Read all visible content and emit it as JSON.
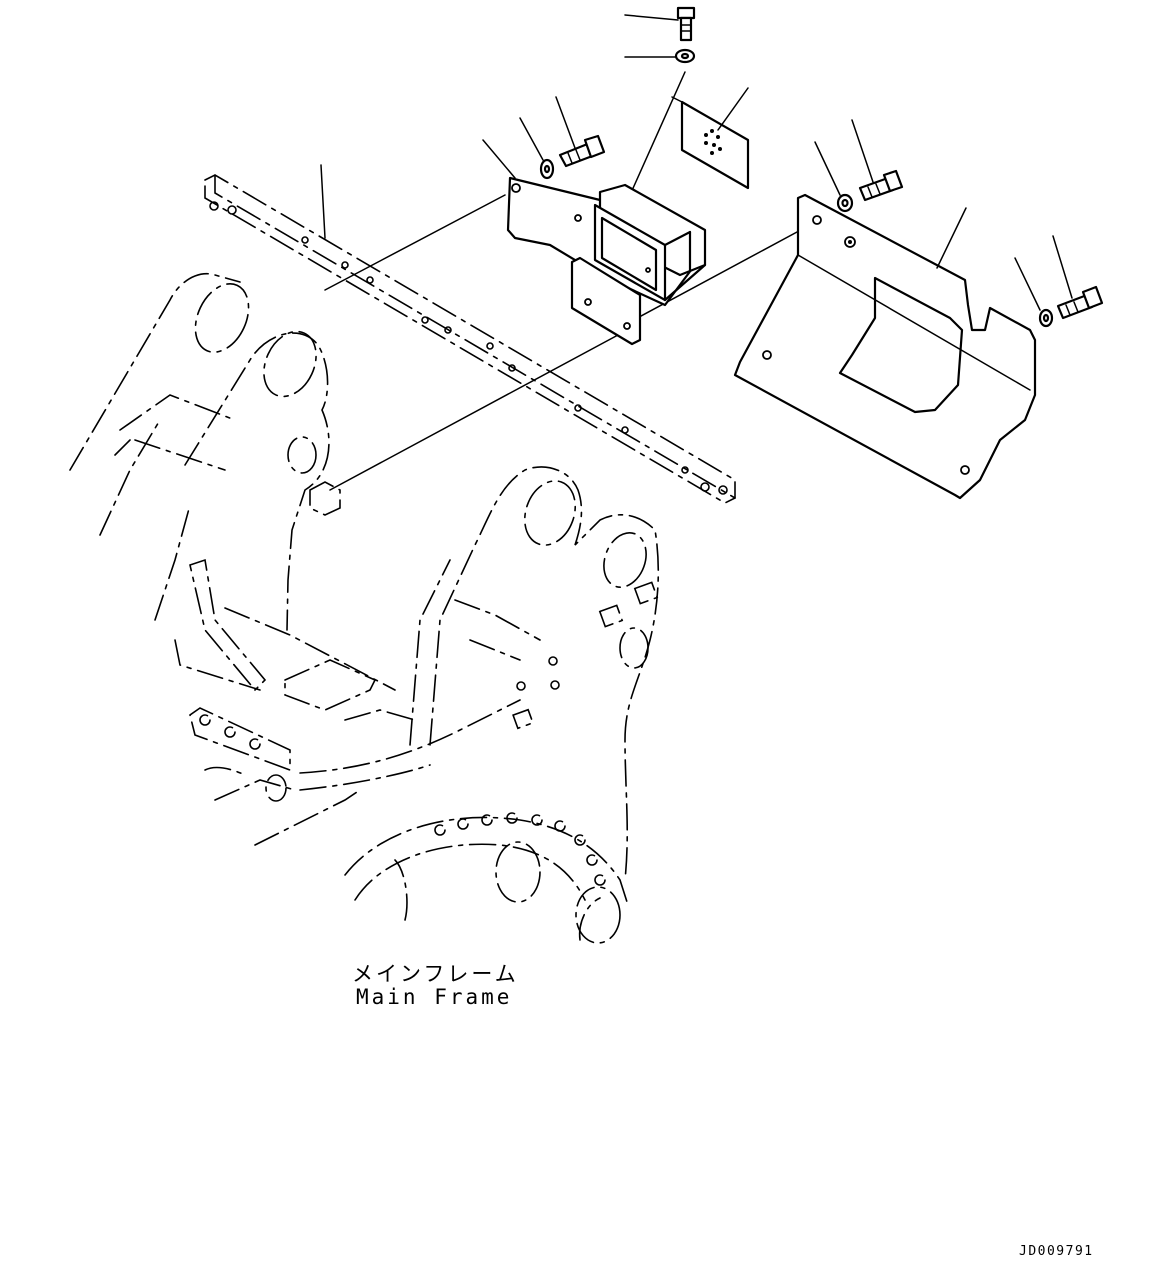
{
  "diagram": {
    "label_main_frame_jp": "メインフレーム",
    "label_main_frame_en": "Main Frame",
    "drawing_code": "JD009791"
  },
  "colors": {
    "ink": "#000000",
    "paper": "#ffffff"
  }
}
